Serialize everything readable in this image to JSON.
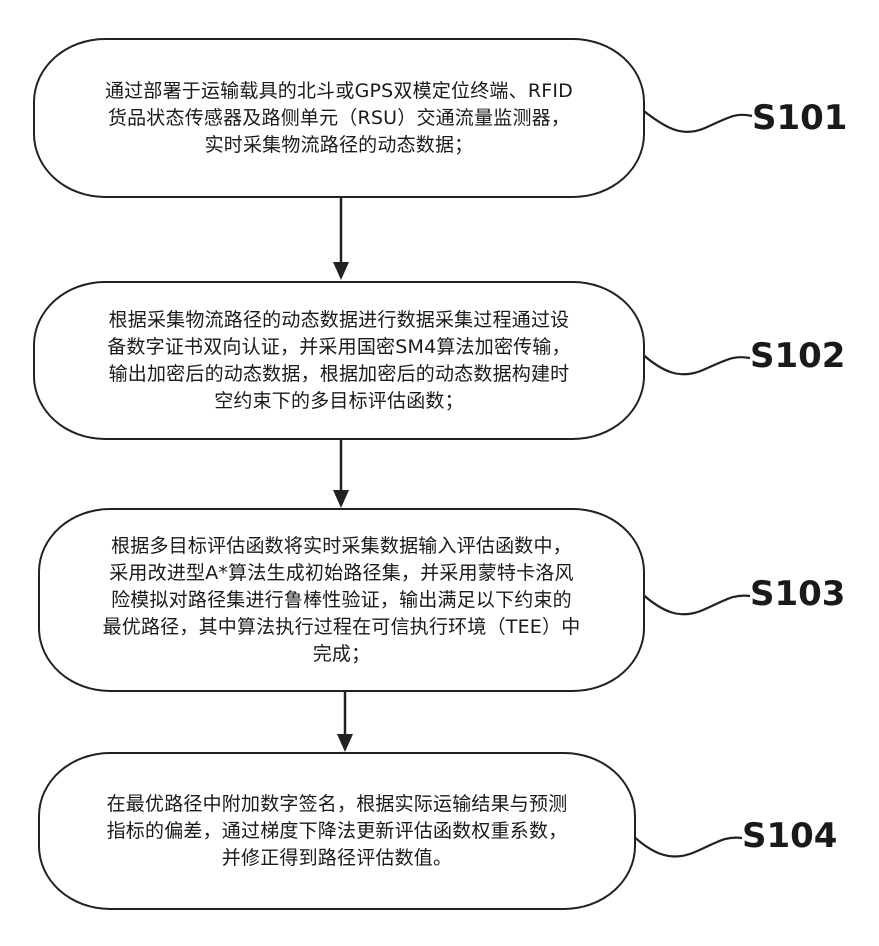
{
  "steps": [
    {
      "id": "S101",
      "text": "通过部署于运输载具的北斗或GPS双模定位终端、RFID\n货品状态传感器及路侧单元（RSU）交通流量监测器，\n实时采集物流路径的动态数据；"
    },
    {
      "id": "S102",
      "text": "根据采集物流路径的动态数据进行数据采集过程通过设\n备数字证书双向认证，并采用国密SM4算法加密传输，\n输出加密后的动态数据，根据加密后的动态数据构建时\n空约束下的多目标评估函数；"
    },
    {
      "id": "S103",
      "text": "根据多目标评估函数将实时采集数据输入评估函数中，\n采用改进型A*算法生成初始路径集，并采用蒙特卡洛风\n险模拟对路径集进行鲁棒性验证，输出满足以下约束的\n最优路径，其中算法执行过程在可信执行环境（TEE）中\n完成；"
    },
    {
      "id": "S104",
      "text": "在最优路径中附加数字签名，根据实际运输结果与预测\n指标的偏差，通过梯度下降法更新评估函数权重系数，\n并修正得到路径评估数值。"
    }
  ]
}
